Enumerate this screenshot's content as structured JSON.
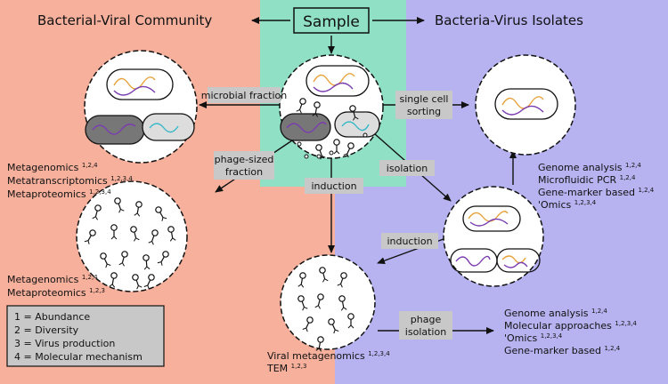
{
  "titles": {
    "left": "Bacterial-Viral Community",
    "center": "Sample",
    "right": "Bacteria-Virus Isolates"
  },
  "colors": {
    "left_panel": "#f6b09c",
    "center_panel": "#8fe0c4",
    "right_panel": "#b6b3f0",
    "label_box": "#c8c8c8",
    "bacteria_orange": "#e8a23c",
    "bacteria_purple": "#7a3bb0",
    "bacteria_cyan": "#35b8c8"
  },
  "edge_labels": {
    "microbial_fraction": "microbial fraction",
    "phage_sized_line1": "phage-sized",
    "phage_sized_line2": "fraction",
    "single_cell_line1": "single cell",
    "single_cell_line2": "sorting",
    "isolation": "isolation",
    "induction_center": "induction",
    "induction_right": "induction",
    "phage_isolation_line1": "phage",
    "phage_isolation_line2": "isolation"
  },
  "methods": {
    "microbial": [
      {
        "name": "Metagenomics",
        "sup": "1,2,4"
      },
      {
        "name": "Metatranscriptomics",
        "sup": "1,2,3,4"
      },
      {
        "name": "Metaproteomics",
        "sup": "1,2,3,4"
      }
    ],
    "phage_fraction": [
      {
        "name": "Metagenomics",
        "sup": "1,2,4"
      },
      {
        "name": "Metaproteomics",
        "sup": "1,2,3"
      }
    ],
    "single_cell": [
      {
        "name": "Genome analysis",
        "sup": "1,2,4"
      },
      {
        "name": "Microfluidic PCR",
        "sup": "1,2,4"
      },
      {
        "name": "Gene-marker based",
        "sup": "1,2,4"
      },
      {
        "name": "'Omics",
        "sup": "1,2,3,4"
      }
    ],
    "induction": [
      {
        "name": "Viral metagenomics",
        "sup": "1,2,3,4"
      },
      {
        "name": "TEM",
        "sup": "1,2,3"
      }
    ],
    "phage_isolation": [
      {
        "name": "Genome analysis",
        "sup": "1,2,4"
      },
      {
        "name": "Molecular approaches",
        "sup": "1,2,3,4"
      },
      {
        "name": "'Omics",
        "sup": "1,2,3,4"
      },
      {
        "name": "Gene-marker based",
        "sup": "1,2,4"
      }
    ]
  },
  "legend": [
    "1 = Abundance",
    "2 = Diversity",
    "3 = Virus production",
    "4 = Molecular mechanism"
  ]
}
